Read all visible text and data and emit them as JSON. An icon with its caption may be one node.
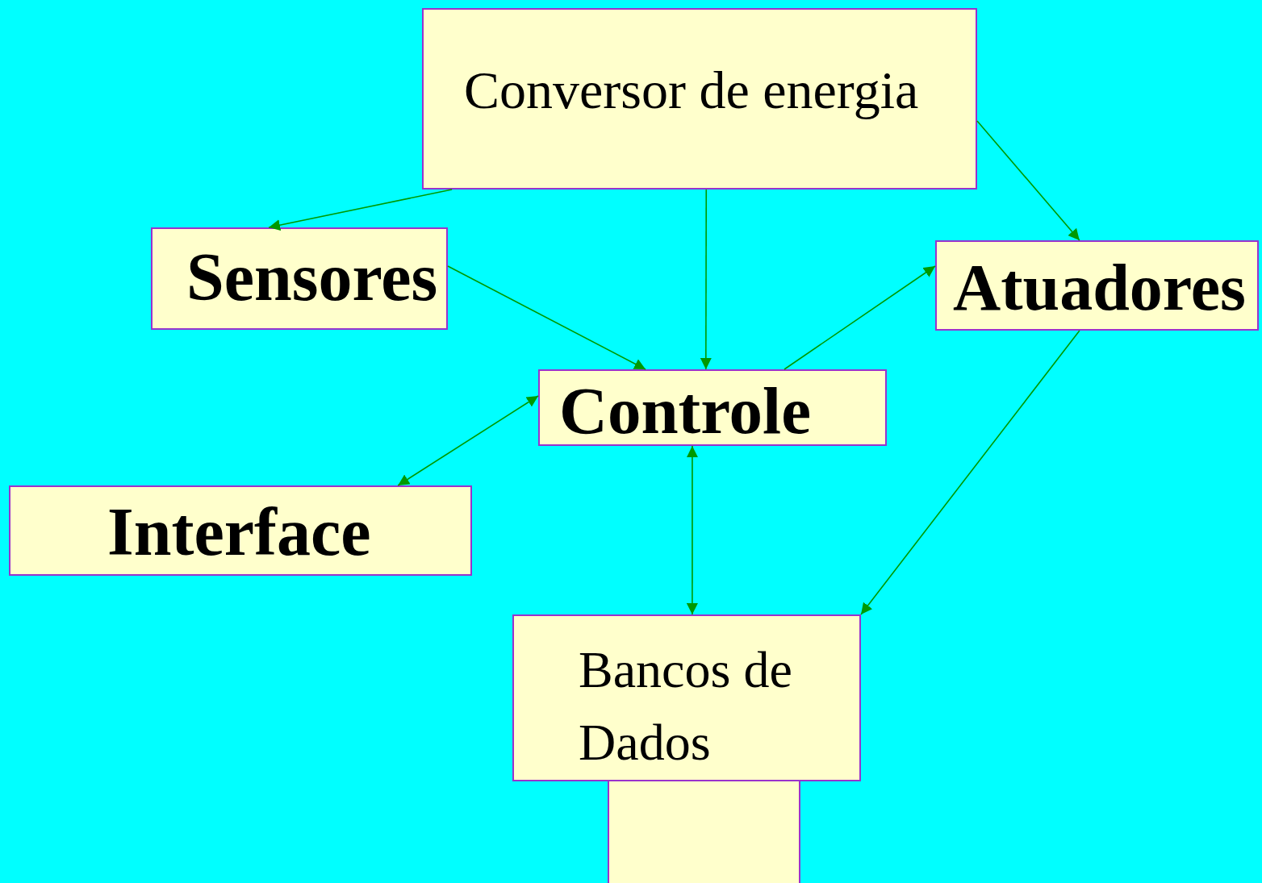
{
  "diagram": {
    "nodes": [
      {
        "text": [
          "Conversor de energia"
        ]
      },
      {
        "text": [
          "Sensores"
        ]
      },
      {
        "text": [
          "Atuadores"
        ]
      },
      {
        "text": [
          "Controle"
        ]
      },
      {
        "text": [
          "Interface"
        ]
      },
      {
        "text": [
          "Bancos de Dados"
        ]
      },
      {
        "text": [],
        "shape": "box"
      }
    ],
    "edges": [
      {
        "from": 0,
        "to": 1,
        "arrow": "to"
      },
      {
        "from": 0,
        "to": 3,
        "arrow": "to"
      },
      {
        "from": 0,
        "to": 2,
        "arrow": "to"
      },
      {
        "from": 1,
        "to": 3,
        "arrow": "to"
      },
      {
        "from": 3,
        "to": 2,
        "arrow": "to"
      },
      {
        "from": 3,
        "to": 4,
        "arrow": "both"
      },
      {
        "from": 3,
        "to": 5,
        "arrow": "both"
      },
      {
        "from": 2,
        "to": 5,
        "arrow": "to"
      }
    ]
  }
}
